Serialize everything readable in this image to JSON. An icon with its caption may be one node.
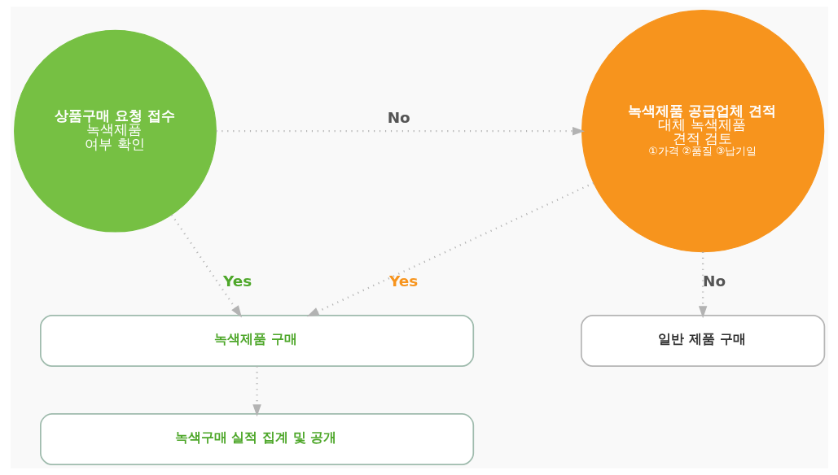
{
  "diagram": {
    "nodes": [
      {
        "text": [
          "상품구매 요청 접수",
          "녹색제품 여부 확인"
        ]
      },
      {
        "text": [
          "녹색제품 공급업체 견적",
          "대체 녹색제품 견적 검토",
          "①가격 ②품질 ③납기일"
        ]
      },
      {
        "text": [
          "녹색제품 구매"
        ]
      },
      {
        "text": [
          "일반 제품 구매"
        ]
      },
      {
        "text": [
          "녹색구매 실적 집계 및 공개"
        ]
      }
    ],
    "edges": [
      {
        "from": 0,
        "to": 1,
        "arrow": "to",
        "label": "No",
        "style": "dashed"
      },
      {
        "from": 1,
        "to": 3,
        "arrow": "to",
        "label": "No",
        "style": "dashed"
      },
      {
        "from": 0,
        "to": 2,
        "arrow": "to",
        "label": "Yes",
        "style": "dashed"
      },
      {
        "from": 1,
        "to": 2,
        "arrow": "to",
        "label": "Yes",
        "style": "dashed"
      },
      {
        "from": 2,
        "to": 4,
        "arrow": "to",
        "style": "dashed"
      }
    ]
  }
}
